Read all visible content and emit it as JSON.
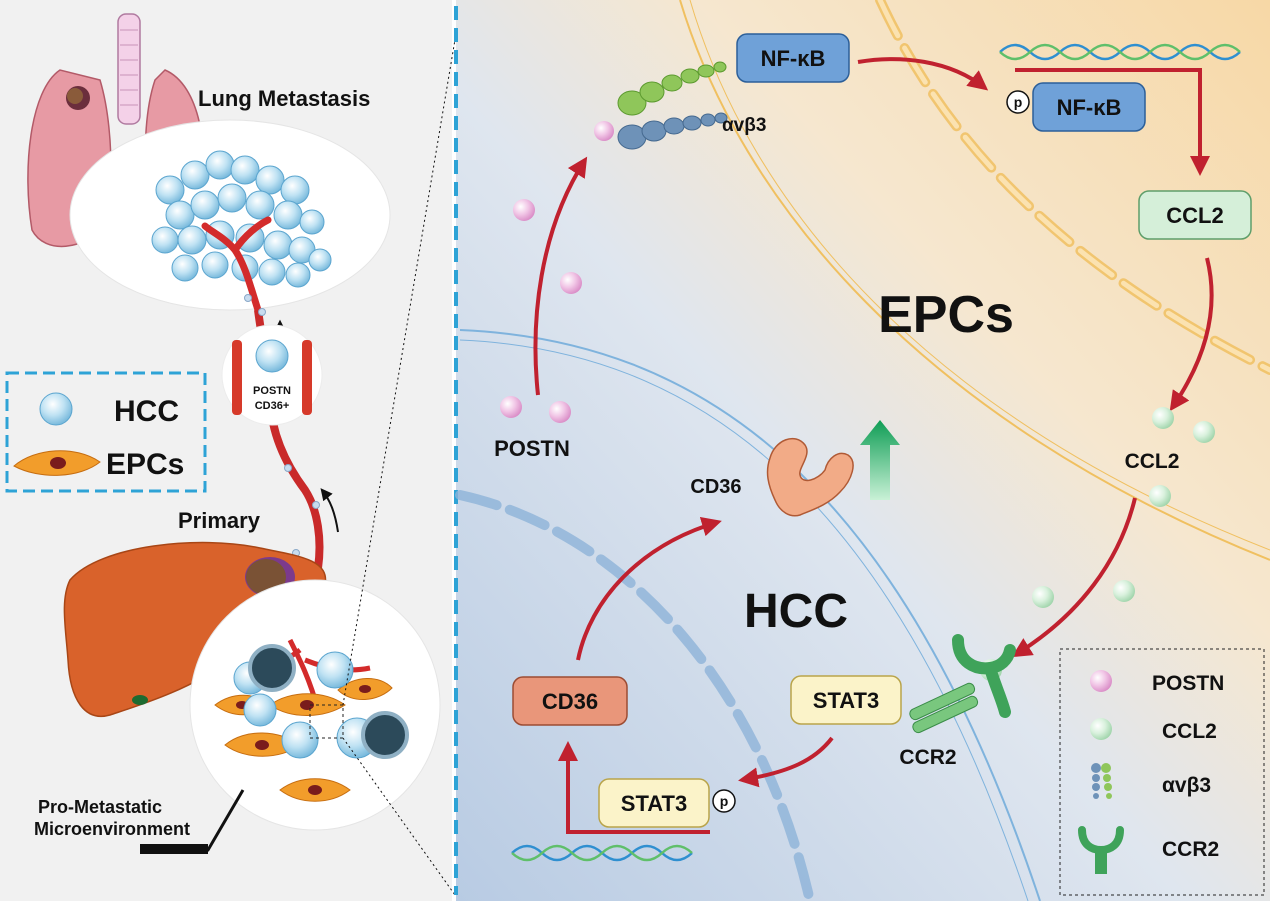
{
  "left_panel": {
    "title_lung": "Lung Metastasis",
    "title_primary": "Primary",
    "title_microenv_line1": "Pro-Metastatic",
    "title_microenv_line2": "Microenvironment",
    "ctc_label_line1": "POSTN",
    "ctc_label_line2": "CD36+",
    "legend": {
      "hcc": "HCC",
      "epcs": "EPCs"
    }
  },
  "right_panel": {
    "epcs_title": "EPCs",
    "hcc_title": "HCC",
    "nfkb": "NF-κB",
    "nfkb_phos": "NF-κB",
    "phos_symbol": "p",
    "integrin": "αvβ3",
    "ccl2_box": "CCL2",
    "ccl2_label": "CCL2",
    "postn_label": "POSTN",
    "cd36_receptor_label": "CD36",
    "cd36_box": "CD36",
    "stat3_box": "STAT3",
    "stat3_phos": "STAT3",
    "ccr2_label": "CCR2"
  },
  "legend": {
    "postn": "POSTN",
    "ccl2": "CCL2",
    "integrin": "αvβ3",
    "ccr2": "CCR2"
  },
  "colors": {
    "arrow_red": "#c0212f",
    "epc_bg": "#f9e3c0",
    "hcc_bg": "#c8d7ea",
    "nfkb_box": "#6fa1d8",
    "ccl2_box": "#d5efd9",
    "stat3_box": "#fbf3c9",
    "cd36_box": "#e9967a",
    "postn_ball": "#e7a6d6",
    "ccl2_ball": "#c5e9cc",
    "ccr2_green": "#3fa35a",
    "up_arrow_green": "#1ba65a"
  }
}
